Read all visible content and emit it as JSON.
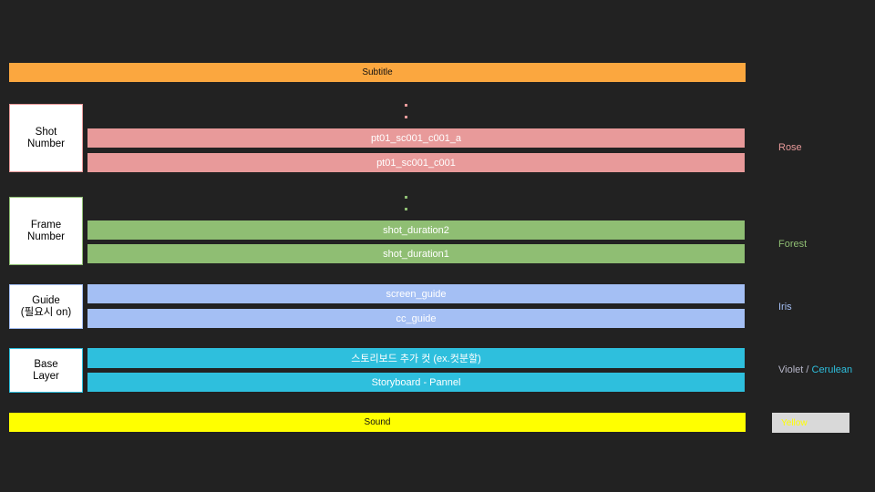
{
  "subtitle_bar": "Subtitle",
  "shot_number": {
    "box_label": "Shot\nNumber",
    "bars": [
      "pt01_sc001_c001_a",
      "pt01_sc001_c001"
    ],
    "color_name": "Rose"
  },
  "frame_number": {
    "box_label": "Frame\nNumber",
    "bars": [
      "shot_duration2",
      "shot_duration1"
    ],
    "color_name": "Forest"
  },
  "guide": {
    "box_label": "Guide\n(필요시 on)",
    "bars": [
      "screen_guide",
      "cc_guide"
    ],
    "color_name": "Iris"
  },
  "base_layer": {
    "box_label": "Base\nLayer",
    "bars": [
      "스토리보드 추가 컷 (ex.컷분할)",
      "Storyboard - Pannel"
    ],
    "color_name_1": "Violet",
    "color_sep": " / ",
    "color_name_2": "Cerulean"
  },
  "sound_bar": "Sound",
  "sound_color_name": "Yellow",
  "colors": {
    "background": "#222222",
    "subtitle": "#fba73f",
    "rose": "#e89a9a",
    "forest": "#8fbe73",
    "iris": "#a4bff4",
    "cerulean": "#2ebfdd",
    "yellow": "#ffff00",
    "violet_label": "#b7b7c9"
  }
}
